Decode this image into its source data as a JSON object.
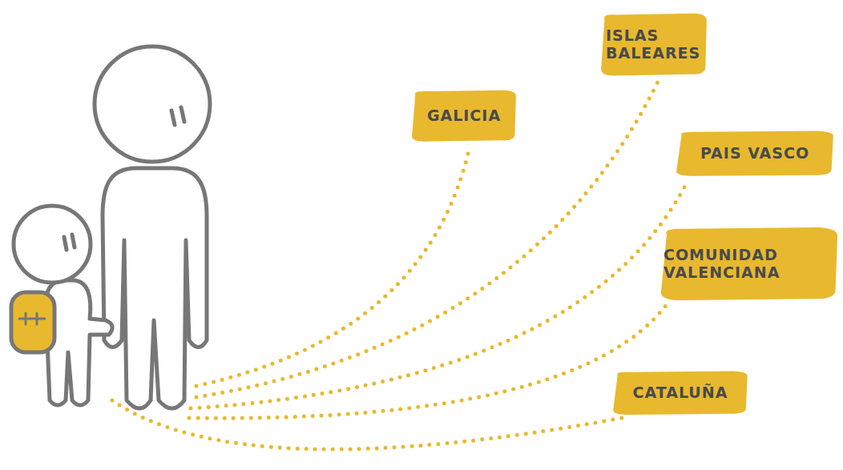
{
  "diagram": {
    "nodes": [
      {
        "text": [
          "ISLAS BALEARES"
        ]
      },
      {
        "text": [
          "GALICIA"
        ]
      },
      {
        "text": [
          "PAIS VASCO"
        ]
      },
      {
        "text": [
          "COMUNIDAD VALENCIANA"
        ]
      },
      {
        "text": [
          "CATALUÑA"
        ]
      }
    ]
  }
}
